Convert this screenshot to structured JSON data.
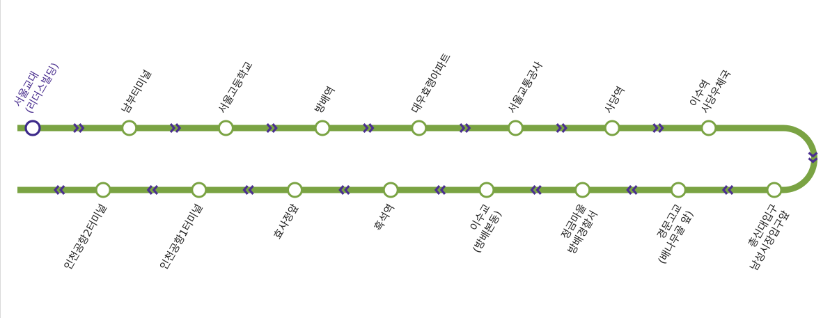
{
  "colors": {
    "route_line": "#7aa343",
    "arrow": "#4a2f8f",
    "station_fill": "#ffffff",
    "current_station_stroke": "#3d2a8a",
    "label_text": "#222222",
    "current_label_text": "#4a2f8f"
  },
  "route": {
    "direction_icon": "double-chevron-arrow-icon",
    "upper_stations": [
      {
        "label_lines": [
          "서울교대",
          "(리더스빌딩)"
        ],
        "current": true
      },
      {
        "label_lines": [
          "남부터미널"
        ]
      },
      {
        "label_lines": [
          "서울고등학교"
        ]
      },
      {
        "label_lines": [
          "방배역"
        ]
      },
      {
        "label_lines": [
          "대우효령아파트"
        ]
      },
      {
        "label_lines": [
          "서울교통공사"
        ]
      },
      {
        "label_lines": [
          "사당역"
        ]
      },
      {
        "label_lines": [
          "이수역",
          "사당우체국"
        ]
      }
    ],
    "lower_stations": [
      {
        "label_lines": [
          "인천공항2터미널"
        ]
      },
      {
        "label_lines": [
          "인천공항1터미널"
        ]
      },
      {
        "label_lines": [
          "효사정앞"
        ]
      },
      {
        "label_lines": [
          "흑석역"
        ]
      },
      {
        "label_lines": [
          "이수교",
          "(방배본동)"
        ]
      },
      {
        "label_lines": [
          "정금마을",
          "방배경찰서"
        ]
      },
      {
        "label_lines": [
          "경문고교",
          "(배나무골 앞)"
        ]
      },
      {
        "label_lines": [
          "총신대입구",
          "남성시장입구앞"
        ]
      }
    ]
  }
}
